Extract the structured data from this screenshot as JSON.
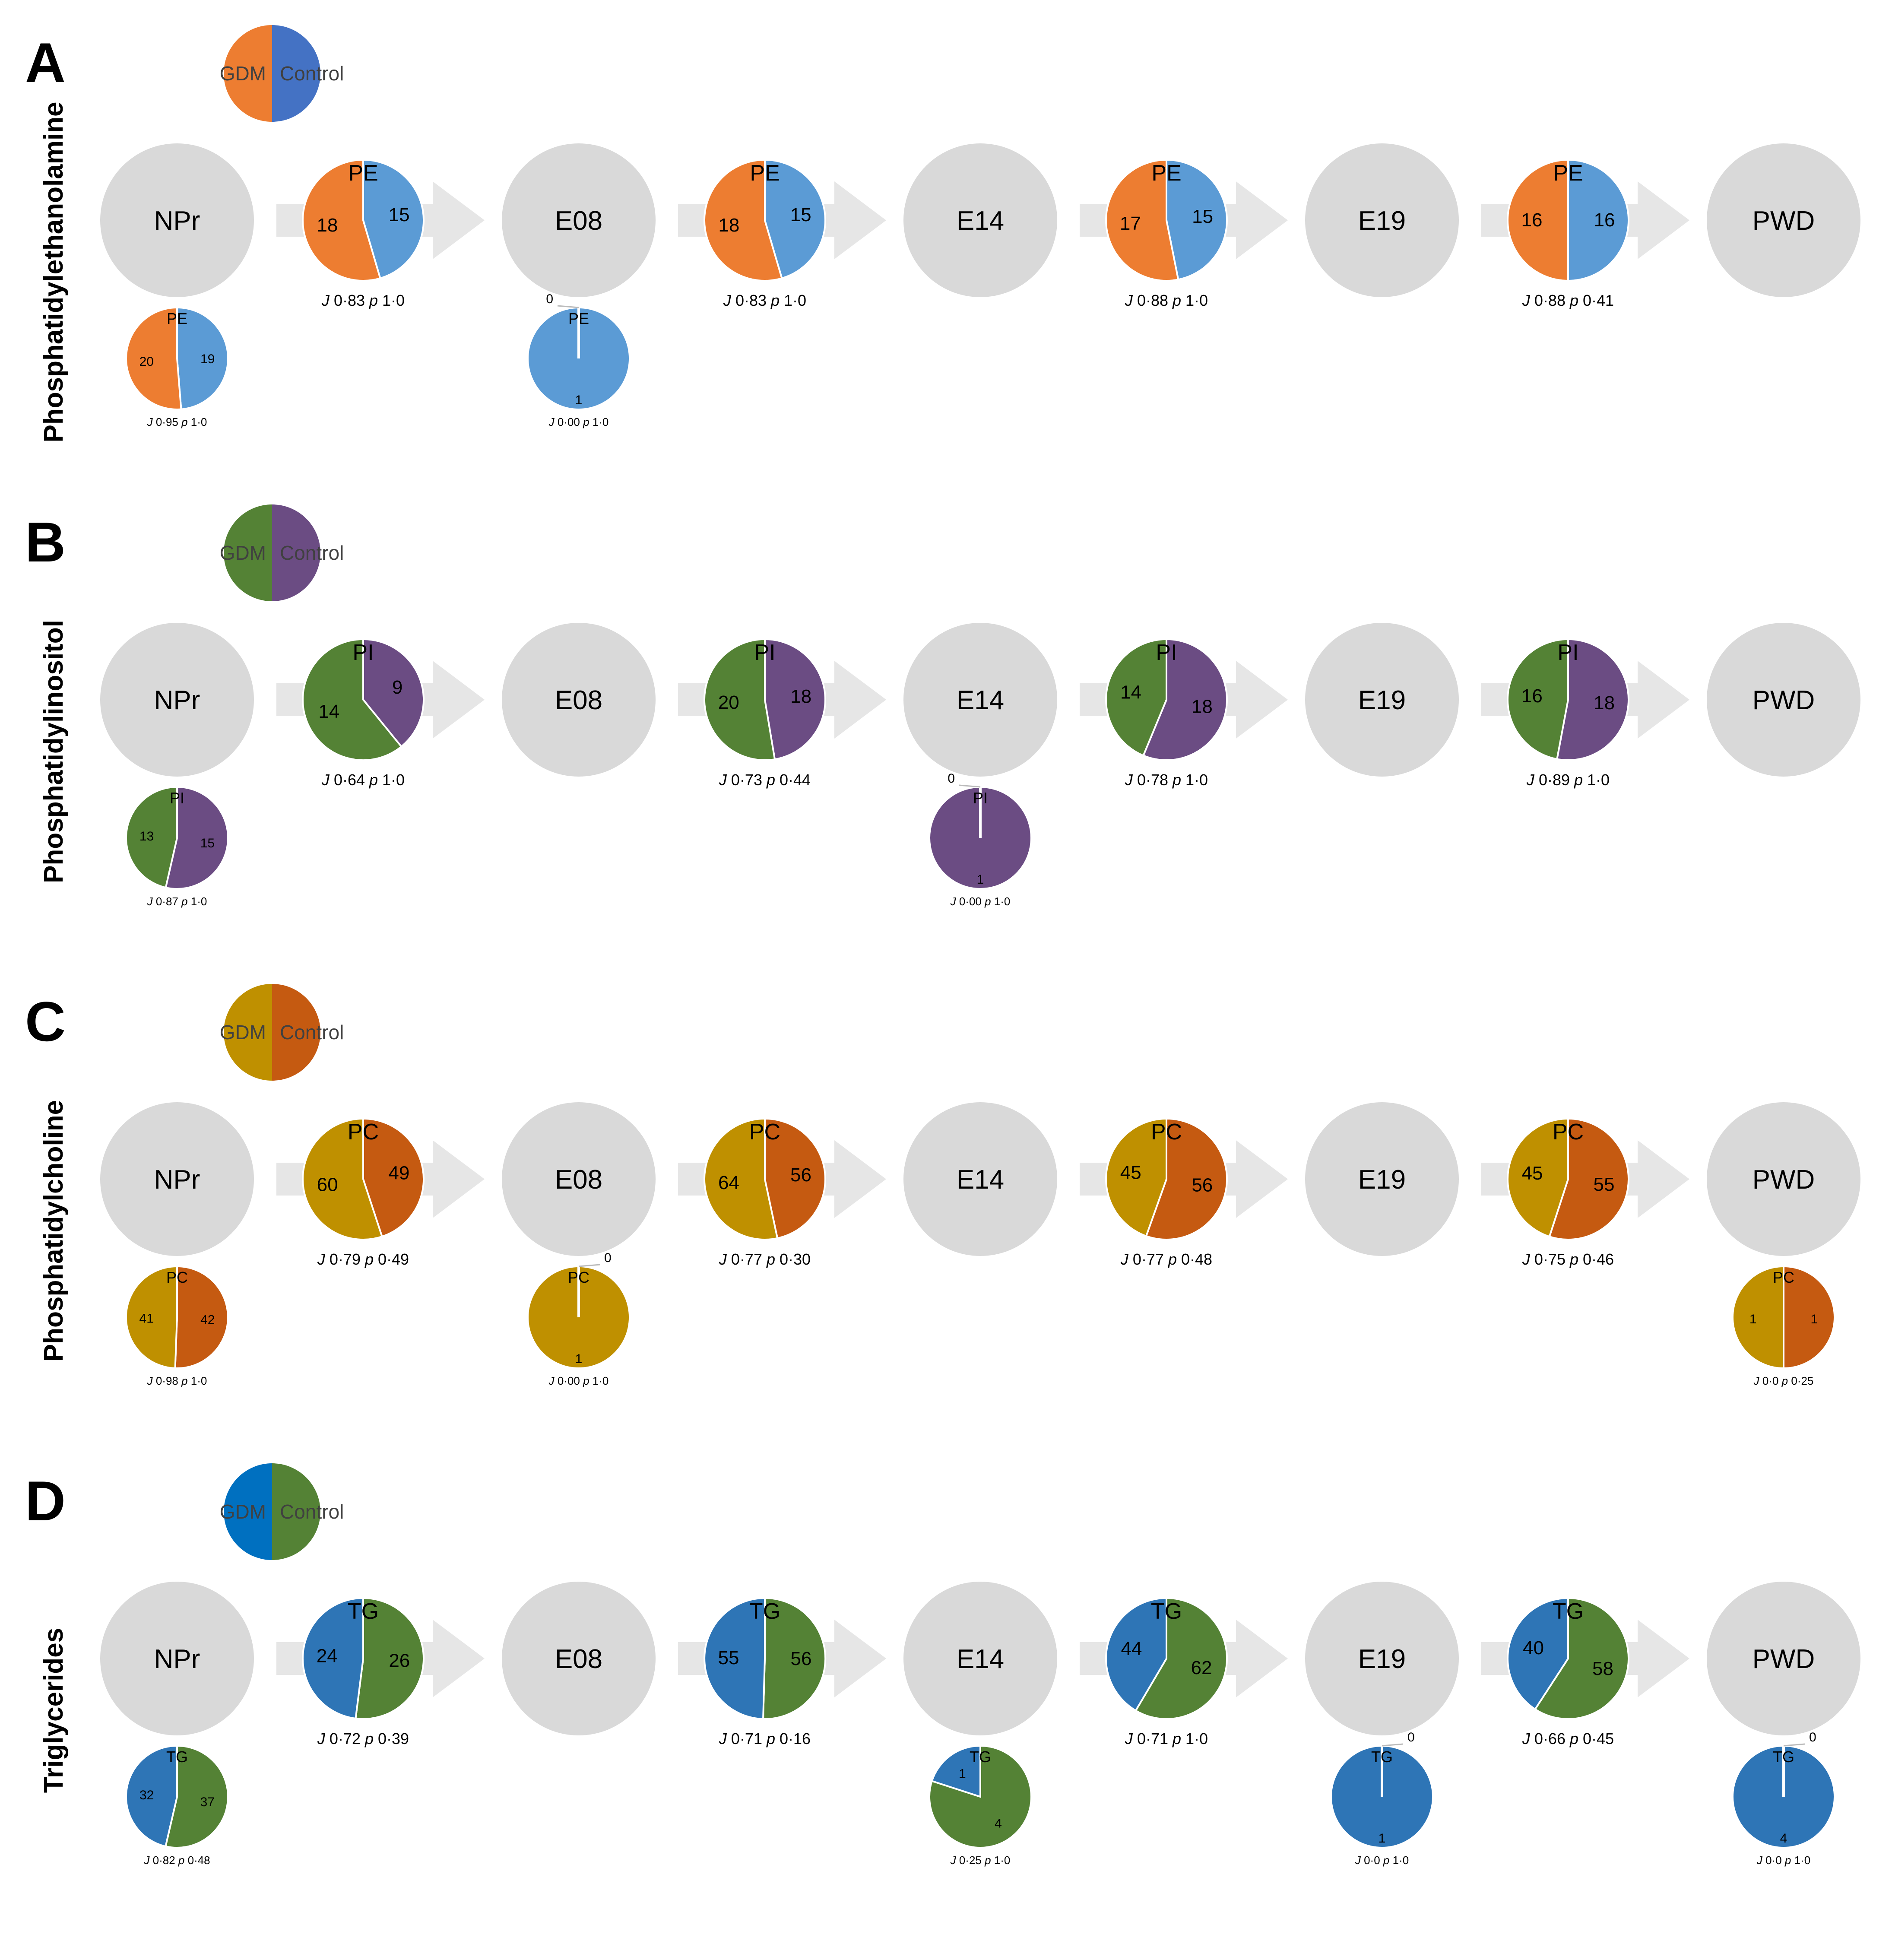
{
  "figure": {
    "stages": [
      "NPr",
      "E08",
      "E14",
      "E19",
      "PWD"
    ],
    "legend_labels": {
      "gdm": "GDM",
      "control": "Control"
    }
  },
  "chart_data": [
    {
      "type": "pie",
      "panel": "A",
      "title": "Phosphatidylethanolamine",
      "abbr": "PE",
      "colors": {
        "gdm": "#ED7D31",
        "control": "#5B9BD5",
        "legend_control": "#4472C4",
        "count_text": "#000000"
      },
      "transitions": [
        {
          "from": "NPr",
          "to": "E08",
          "gdm": 18,
          "control": 15,
          "j": "0·83",
          "p": "1·0"
        },
        {
          "from": "E08",
          "to": "E14",
          "gdm": 18,
          "control": 15,
          "j": "0·83",
          "p": "1·0"
        },
        {
          "from": "E14",
          "to": "E19",
          "gdm": 17,
          "control": 15,
          "j": "0·88",
          "p": "1·0"
        },
        {
          "from": "E19",
          "to": "PWD",
          "gdm": 16,
          "control": 16,
          "j": "0·88",
          "p": "0·41"
        }
      ],
      "stage_pies": [
        {
          "stage": "NPr",
          "gdm": 20,
          "control": 19,
          "j": "0·95",
          "p": "1·0"
        },
        {
          "stage": "E08",
          "gdm": 0,
          "control": 1,
          "j": "0·00",
          "p": "1·0"
        }
      ]
    },
    {
      "type": "pie",
      "panel": "B",
      "title": "Phosphatidylinositol",
      "abbr": "PI",
      "colors": {
        "gdm": "#548235",
        "control": "#6B4C83",
        "legend_control": "#6B4C83",
        "count_text": "#000000"
      },
      "transitions": [
        {
          "from": "NPr",
          "to": "E08",
          "gdm": 14,
          "control": 9,
          "j": "0·64",
          "p": "1·0"
        },
        {
          "from": "E08",
          "to": "E14",
          "gdm": 20,
          "control": 18,
          "j": "0·73",
          "p": "0·44"
        },
        {
          "from": "E14",
          "to": "E19",
          "gdm": 14,
          "control": 18,
          "j": "0·78",
          "p": "1·0"
        },
        {
          "from": "E19",
          "to": "PWD",
          "gdm": 16,
          "control": 18,
          "j": "0·89",
          "p": "1·0"
        }
      ],
      "stage_pies": [
        {
          "stage": "NPr",
          "gdm": 13,
          "control": 15,
          "j": "0·87",
          "p": "1·0"
        },
        {
          "stage": "E14",
          "gdm": 0,
          "control": 1,
          "j": "0·00",
          "p": "1·0"
        }
      ]
    },
    {
      "type": "pie",
      "panel": "C",
      "title": "Phosphatidylcholine",
      "abbr": "PC",
      "colors": {
        "gdm": "#BF9000",
        "control": "#C55A11",
        "legend_control": "#C55A11",
        "count_text": "#000000"
      },
      "transitions": [
        {
          "from": "NPr",
          "to": "E08",
          "gdm": 60,
          "control": 49,
          "j": "0·79",
          "p": "0·49"
        },
        {
          "from": "E08",
          "to": "E14",
          "gdm": 64,
          "control": 56,
          "j": "0·77",
          "p": "0·30"
        },
        {
          "from": "E14",
          "to": "E19",
          "gdm": 45,
          "control": 56,
          "j": "0·77",
          "p": "0·48"
        },
        {
          "from": "E19",
          "to": "PWD",
          "gdm": 45,
          "control": 55,
          "j": "0·75",
          "p": "0·46"
        }
      ],
      "stage_pies": [
        {
          "stage": "NPr",
          "gdm": 41,
          "control": 42,
          "j": "0·98",
          "p": "1·0"
        },
        {
          "stage": "E08",
          "gdm": 1,
          "control": 0,
          "j": "0·00",
          "p": "1·0"
        },
        {
          "stage": "PWD",
          "gdm": 1,
          "control": 1,
          "j": "0·0",
          "p": "0·25"
        }
      ]
    },
    {
      "type": "pie",
      "panel": "D",
      "title": "Triglycerides",
      "abbr": "TG",
      "colors": {
        "gdm": "#2E75B6",
        "control": "#548235",
        "legend_gdm": "#0070C0",
        "legend_control": "#548235",
        "count_text": "#000000"
      },
      "transitions": [
        {
          "from": "NPr",
          "to": "E08",
          "gdm": 24,
          "control": 26,
          "j": "0·72",
          "p": "0·39"
        },
        {
          "from": "E08",
          "to": "E14",
          "gdm": 55,
          "control": 56,
          "j": "0·71",
          "p": "0·16"
        },
        {
          "from": "E14",
          "to": "E19",
          "gdm": 44,
          "control": 62,
          "j": "0·71",
          "p": "1·0"
        },
        {
          "from": "E19",
          "to": "PWD",
          "gdm": 40,
          "control": 58,
          "j": "0·66",
          "p": "0·45"
        }
      ],
      "stage_pies": [
        {
          "stage": "NPr",
          "gdm": 32,
          "control": 37,
          "j": "0·82",
          "p": "0·48"
        },
        {
          "stage": "E14",
          "gdm": 1,
          "control": 4,
          "j": "0·25",
          "p": "1·0"
        },
        {
          "stage": "E19",
          "gdm": 1,
          "control": 0,
          "j": "0·0",
          "p": "1·0"
        },
        {
          "stage": "PWD",
          "gdm": 4,
          "control": 0,
          "j": "0·0",
          "p": "1·0"
        }
      ]
    }
  ]
}
